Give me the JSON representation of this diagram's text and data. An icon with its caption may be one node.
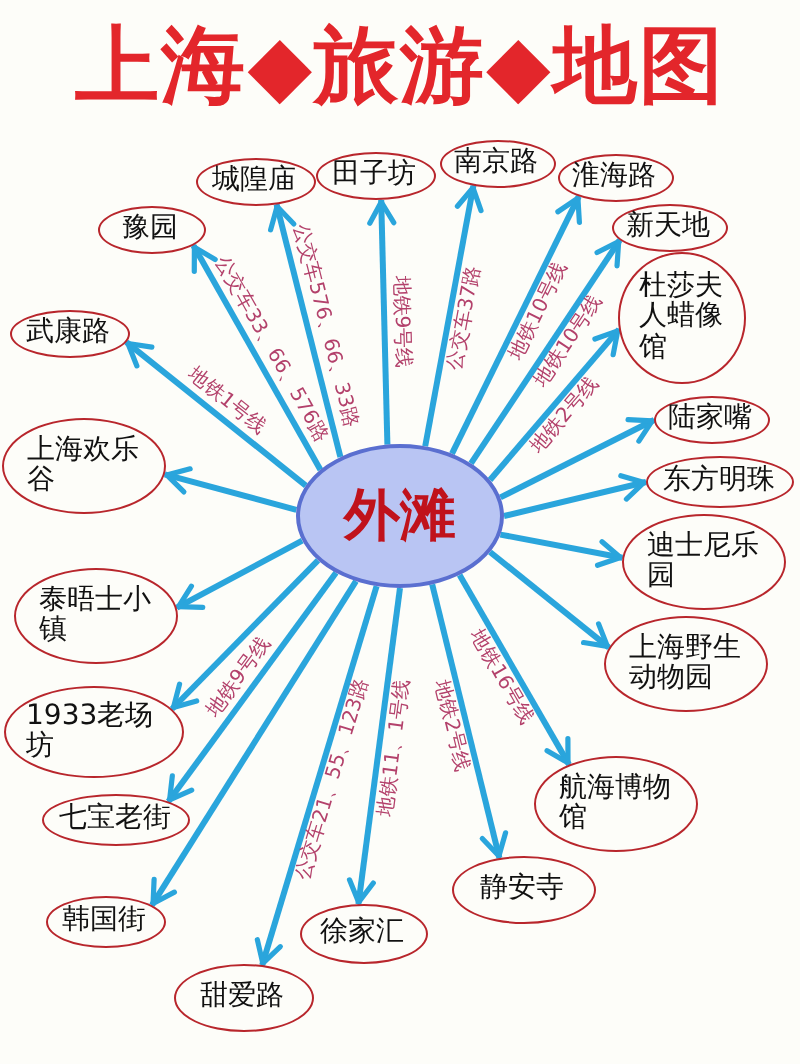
{
  "diagram": {
    "title": "上海◆旅游◆地图",
    "nodes": [
      {
        "text": [
          "外滩"
        ]
      },
      {
        "text": [
          "城隍庙"
        ]
      },
      {
        "text": [
          "田子坊"
        ]
      },
      {
        "text": [
          "南京路"
        ]
      },
      {
        "text": [
          "淮海路"
        ]
      },
      {
        "text": [
          "豫园"
        ]
      },
      {
        "text": [
          "新天地"
        ]
      },
      {
        "text": [
          "杜莎夫人蜡像馆"
        ]
      },
      {
        "text": [
          "武康路"
        ]
      },
      {
        "text": [
          "陆家嘴"
        ]
      },
      {
        "text": [
          "上海欢乐谷"
        ]
      },
      {
        "text": [
          "东方明珠"
        ]
      },
      {
        "text": [
          "泰晤士小镇"
        ]
      },
      {
        "text": [
          "迪士尼乐园"
        ]
      },
      {
        "text": [
          "上海野生动物园"
        ]
      },
      {
        "text": [
          "1933老场坊"
        ]
      },
      {
        "text": [
          "航海博物馆"
        ]
      },
      {
        "text": [
          "七宝老街"
        ]
      },
      {
        "text": [
          "静安寺"
        ]
      },
      {
        "text": [
          "韩国街"
        ]
      },
      {
        "text": [
          "徐家汇"
        ]
      },
      {
        "text": [
          "甜爱路"
        ]
      }
    ],
    "edges": [
      {
        "from": 0,
        "to": 1,
        "arrow": "to",
        "label": "公交车576、66、33路"
      },
      {
        "from": 0,
        "to": 2,
        "arrow": "to",
        "label": "地铁9号线"
      },
      {
        "from": 0,
        "to": 3,
        "arrow": "to",
        "label": "公交车37路"
      },
      {
        "from": 0,
        "to": 4,
        "arrow": "to",
        "label": "地铁10号线"
      },
      {
        "from": 0,
        "to": 5,
        "arrow": "to",
        "label": "公交车33、66、576路"
      },
      {
        "from": 0,
        "to": 6,
        "arrow": "to",
        "label": "地铁10号线"
      },
      {
        "from": 0,
        "to": 7,
        "arrow": "to",
        "label": "地铁2号线"
      },
      {
        "from": 0,
        "to": 8,
        "arrow": "to",
        "label": "地铁1号线"
      },
      {
        "from": 0,
        "to": 9,
        "arrow": "to"
      },
      {
        "from": 0,
        "to": 10,
        "arrow": "to"
      },
      {
        "from": 0,
        "to": 11,
        "arrow": "to"
      },
      {
        "from": 0,
        "to": 12,
        "arrow": "to"
      },
      {
        "from": 0,
        "to": 13,
        "arrow": "to"
      },
      {
        "from": 0,
        "to": 14,
        "arrow": "to"
      },
      {
        "from": 0,
        "to": 15,
        "arrow": "to"
      },
      {
        "from": 0,
        "to": 16,
        "arrow": "to",
        "label": "地铁16号线"
      },
      {
        "from": 0,
        "to": 17,
        "arrow": "to",
        "label": "地铁9号线"
      },
      {
        "from": 0,
        "to": 18,
        "arrow": "to",
        "label": "地铁2号线"
      },
      {
        "from": 0,
        "to": 19,
        "arrow": "to"
      },
      {
        "from": 0,
        "to": 20,
        "arrow": "to",
        "label": "地铁11、1号线"
      },
      {
        "from": 0,
        "to": 21,
        "arrow": "to",
        "label": "公交车21、55、123路"
      }
    ]
  }
}
